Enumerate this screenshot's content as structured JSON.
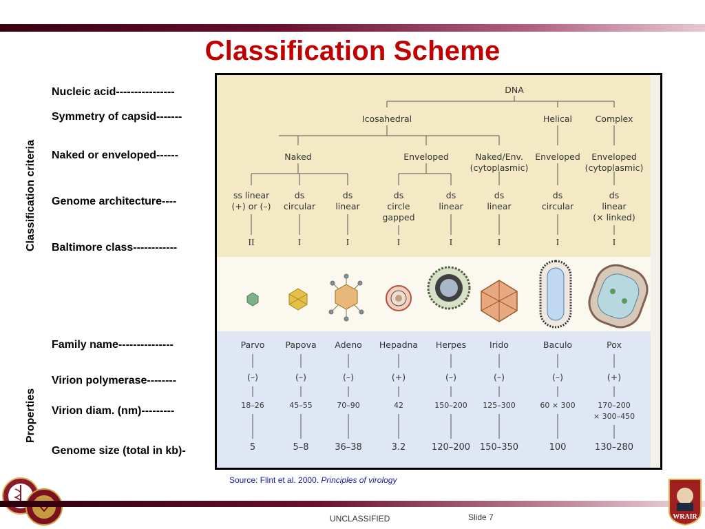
{
  "title": "Classification Scheme",
  "criteria_group_label": "Classification criteria",
  "properties_group_label": "Properties",
  "criteria": [
    "Nucleic acid----------------",
    "Symmetry of capsid-------",
    "Naked or enveloped------",
    "Genome architecture----",
    "Baltimore class------------"
  ],
  "properties": [
    "Family name---------------",
    "Virion polymerase--------",
    "Virion diam. (nm)---------",
    "Genome size (total in kb)-"
  ],
  "figure": {
    "root": "DNA",
    "symmetry": [
      "Icosahedral",
      "Helical",
      "Complex"
    ],
    "envelope": [
      "Naked",
      "Enveloped",
      "Naked/Env.",
      "(cytoplasmic)",
      "Enveloped",
      "Enveloped",
      "(cytoplasmic)"
    ],
    "genomes": [
      [
        "ss linear",
        "(+) or (–)"
      ],
      [
        "ds",
        "circular"
      ],
      [
        "ds",
        "linear"
      ],
      [
        "ds",
        "circle",
        "gapped"
      ],
      [
        "ds",
        "linear"
      ],
      [
        "ds",
        "linear"
      ],
      [
        "ds",
        "circular"
      ],
      [
        "ds",
        "linear",
        "(× linked)"
      ]
    ],
    "baltimore": [
      "II",
      "I",
      "I",
      "I",
      "I",
      "I",
      "I",
      "I"
    ],
    "families": [
      "Parvo",
      "Papova",
      "Adeno",
      "Hepadna",
      "Herpes",
      "Irido",
      "Baculo",
      "Pox"
    ],
    "polymerase": [
      "(–)",
      "(–)",
      "(–)",
      "(+)",
      "(–)",
      "(–)",
      "(–)",
      "(+)"
    ],
    "diameter": [
      [
        "18–26"
      ],
      [
        "45–55"
      ],
      [
        "70–90"
      ],
      [
        "42"
      ],
      [
        "150–200"
      ],
      [
        "125–300"
      ],
      [
        "60 × 300"
      ],
      [
        "170–200",
        "× 300–450"
      ]
    ],
    "genome_size": [
      "5",
      "5–8",
      "36–38",
      "3.2",
      "120–200",
      "150–350",
      "100",
      "130–280"
    ]
  },
  "source": {
    "prefix": "Source:  Flint et al. 2000.",
    "book": "Principles of virology"
  },
  "footer": {
    "classification": "UNCLASSIFIED",
    "slide": "Slide 7"
  },
  "colors": {
    "title": "#c00000",
    "tree_band": "#f3e9c5",
    "image_band": "#fbf8ef",
    "properties_band": "#dfe6f4",
    "source_text": "#1a1a9a"
  },
  "logos": {
    "left": "army-medical-crest-logo",
    "right": "wrair-logo",
    "right_text": "WRAIR"
  }
}
